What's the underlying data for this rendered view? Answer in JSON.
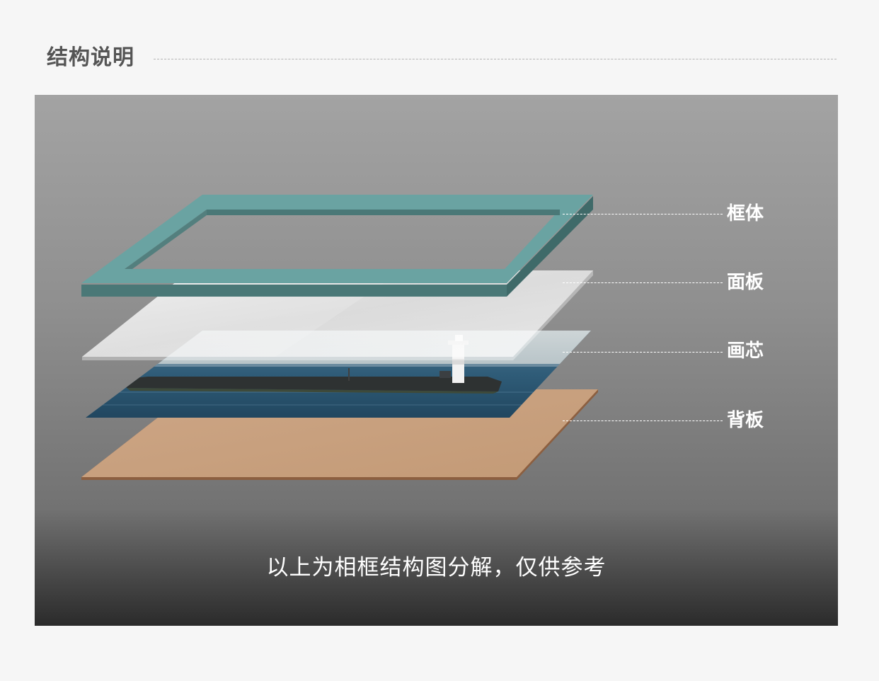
{
  "header": {
    "title": "结构说明"
  },
  "layers": [
    {
      "key": "frame",
      "label": "框体",
      "color": "#6aa3a2"
    },
    {
      "key": "glass",
      "label": "面板",
      "color": "#e8e8e8"
    },
    {
      "key": "print",
      "label": "画芯",
      "color": "#3c6a84"
    },
    {
      "key": "backboard",
      "label": "背板",
      "color": "#c9a07c"
    }
  ],
  "caption": "以上为相框结构图分解，仅供参考",
  "colors": {
    "page_background": "#f6f6f6",
    "title_text": "#555555",
    "label_text": "#ffffff",
    "frame_top": "#6aa3a2",
    "frame_side": "#4a7877",
    "backboard_top": "#c9a07c",
    "backboard_edge": "#8c5f40"
  }
}
